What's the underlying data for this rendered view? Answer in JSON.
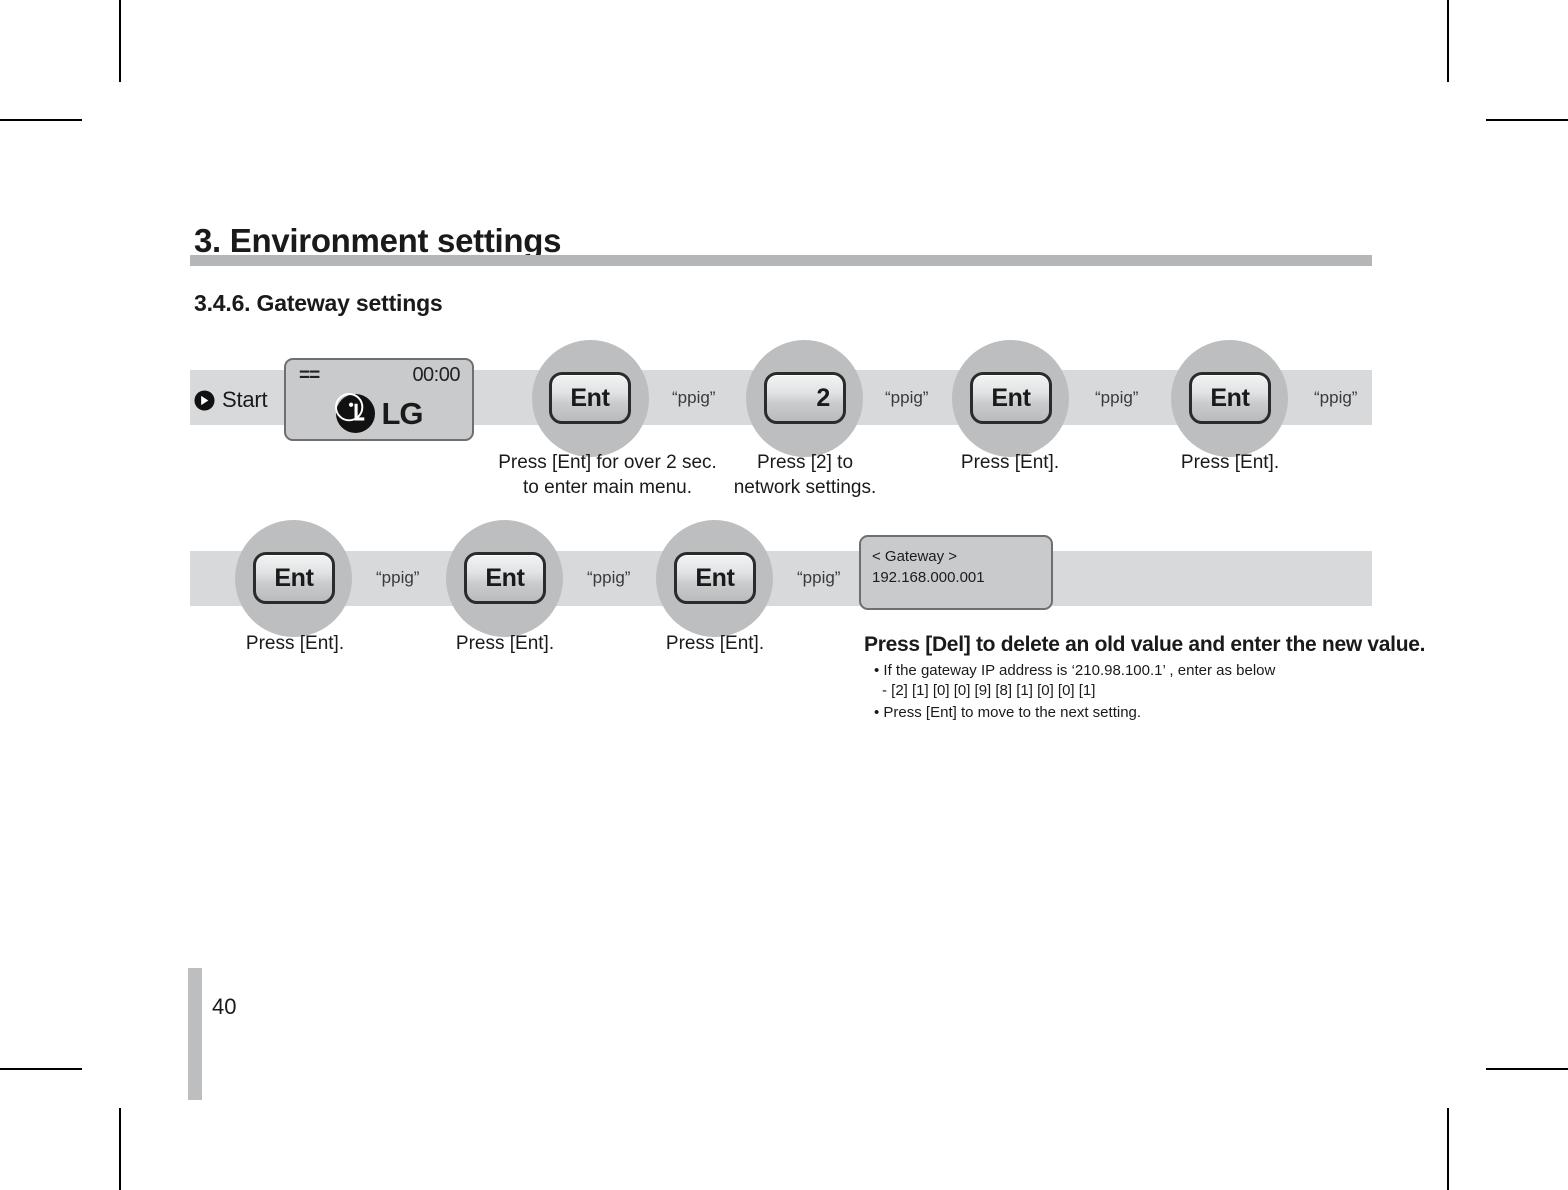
{
  "page": {
    "number": "40",
    "chapter_title": "3. Environment settings",
    "section_title": "3.4.6. Gateway settings"
  },
  "start": {
    "icon": "arrow-right-circle-icon",
    "label": "Start"
  },
  "start_display": {
    "left_indicator": "==",
    "clock": "00:00",
    "brand": "LG"
  },
  "gateway_display": {
    "title": "< Gateway >",
    "value": "192.168.000.001"
  },
  "beep_label": "“ppig”",
  "flow_rows": [
    {
      "steps": [
        {
          "key": "Ent",
          "type": "ent",
          "beep": "“ppig”",
          "caption": "Press [Ent] for over 2 sec.\nto enter main menu."
        },
        {
          "key": "2",
          "type": "numeric",
          "beep": "“ppig”",
          "caption": "Press [2] to\nnetwork settings."
        },
        {
          "key": "Ent",
          "type": "ent",
          "beep": "“ppig”",
          "caption": "Press [Ent]."
        },
        {
          "key": "Ent",
          "type": "ent",
          "beep": "“ppig”",
          "caption": "Press [Ent]."
        }
      ]
    },
    {
      "steps": [
        {
          "key": "Ent",
          "type": "ent",
          "beep": "“ppig”",
          "caption": "Press [Ent]."
        },
        {
          "key": "Ent",
          "type": "ent",
          "beep": "“ppig”",
          "caption": "Press [Ent]."
        },
        {
          "key": "Ent",
          "type": "ent",
          "beep": "“ppig”",
          "caption": "Press [Ent]."
        }
      ]
    }
  ],
  "note": {
    "heading": "Press [Del] to delete an old value and enter the new value.",
    "bullet1": "• If the gateway IP address is  ‘210.98.100.1’  , enter as below",
    "sub1": "- [2] [1] [0] [0] [9] [8] [1] [0] [0] [1]",
    "bullet2": "• Press [Ent] to move to the next setting."
  },
  "colors": {
    "band": "#d7d9da",
    "circle": "#bcbec0",
    "rule": "#b4b6b8",
    "lcd": "#c9cacb"
  }
}
